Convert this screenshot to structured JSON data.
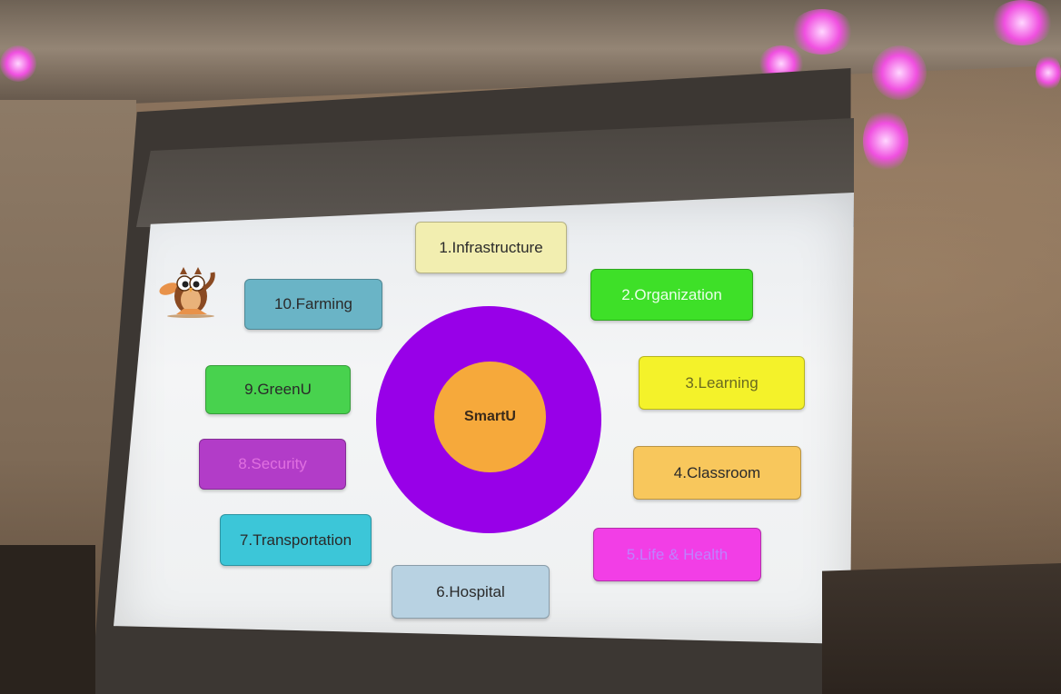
{
  "slide": {
    "center_label": "SmartU",
    "items": [
      {
        "label": "1.Infrastructure",
        "color": "#f2eeb0"
      },
      {
        "label": "2.Organization",
        "color": "#3ee028"
      },
      {
        "label": "3.Learning",
        "color": "#f4f22a"
      },
      {
        "label": "4.Classroom",
        "color": "#f8c75c"
      },
      {
        "label": "5.Life & Health",
        "color": "#f23ee6"
      },
      {
        "label": "6.Hospital",
        "color": "#b8d2e2"
      },
      {
        "label": "7.Transportation",
        "color": "#3cc6d8"
      },
      {
        "label": "8.Security",
        "color": "#b23cc8"
      },
      {
        "label": "9.GreenU",
        "color": "#48d24e"
      },
      {
        "label": "10.Farming",
        "color": "#6ab4c6"
      }
    ],
    "ring_color": "#9800e8",
    "core_color": "#f6a93b",
    "mascot": "owl-mascot-icon"
  }
}
